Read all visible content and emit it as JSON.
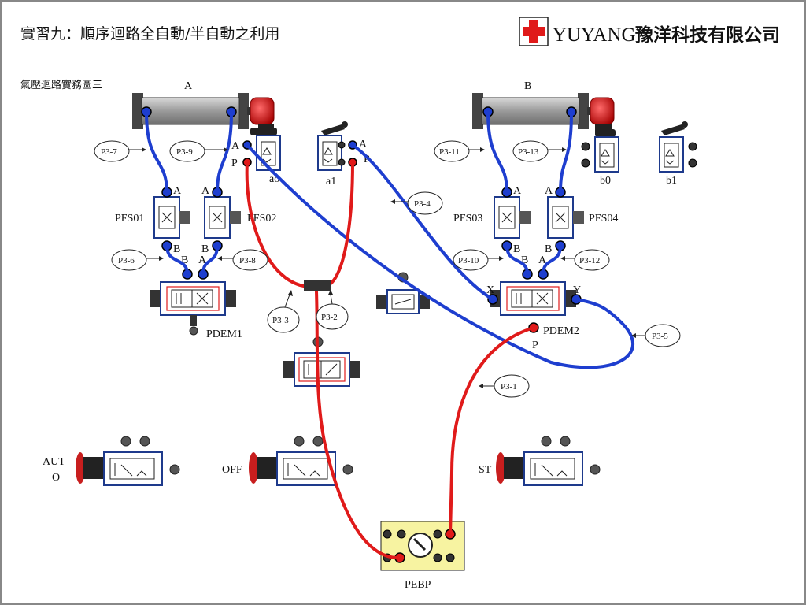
{
  "title": "實習九：順序迴路全自動/半自動之利用",
  "subtitle": "氣壓迴路實務圖三",
  "brand": {
    "name_en": "YUYANG",
    "name_cn": "豫洋科技有限公司",
    "logo_color": "#e01a1a"
  },
  "cylinders": [
    {
      "label": "A"
    },
    {
      "label": "B"
    }
  ],
  "limit_valves": [
    {
      "label": "ao",
      "port_a": "A",
      "port_p": "P"
    },
    {
      "label": "a1",
      "port_a": "A",
      "port_p": "P"
    },
    {
      "label": "b0"
    },
    {
      "label": "b1"
    }
  ],
  "flow_controls": [
    {
      "label": "PFS01",
      "port_in": "A",
      "port_out": "B"
    },
    {
      "label": "PFS02",
      "port_in": "A",
      "port_out": "B"
    },
    {
      "label": "PFS03",
      "port_in": "A",
      "port_out": "B"
    },
    {
      "label": "PFS04",
      "port_in": "A",
      "port_out": "B"
    }
  ],
  "directional_valves": [
    {
      "label": "PDEM1",
      "port_left": "B",
      "port_right": "A"
    },
    {
      "label": "PDEM2",
      "port_left": "B",
      "port_right": "A",
      "pilot_x": "X",
      "pilot_y": "Y",
      "supply": "P"
    }
  ],
  "push_buttons": [
    {
      "label": "AUT",
      "label2": "O"
    },
    {
      "label": "OFF"
    },
    {
      "label": "ST"
    }
  ],
  "supply": {
    "label": "PEBP"
  },
  "tube_tags": [
    "P3-1",
    "P3-2",
    "P3-3",
    "P3-4",
    "P3-5",
    "P3-6",
    "P3-7",
    "P3-8",
    "P3-9",
    "P3-10",
    "P3-11",
    "P3-12",
    "P3-13"
  ],
  "colors": {
    "blue_tube": "#1e3ecf",
    "red_tube": "#e01a1a",
    "panel_yellow": "#f7f3a1",
    "cylinder_gray": "#a9a9a9"
  }
}
